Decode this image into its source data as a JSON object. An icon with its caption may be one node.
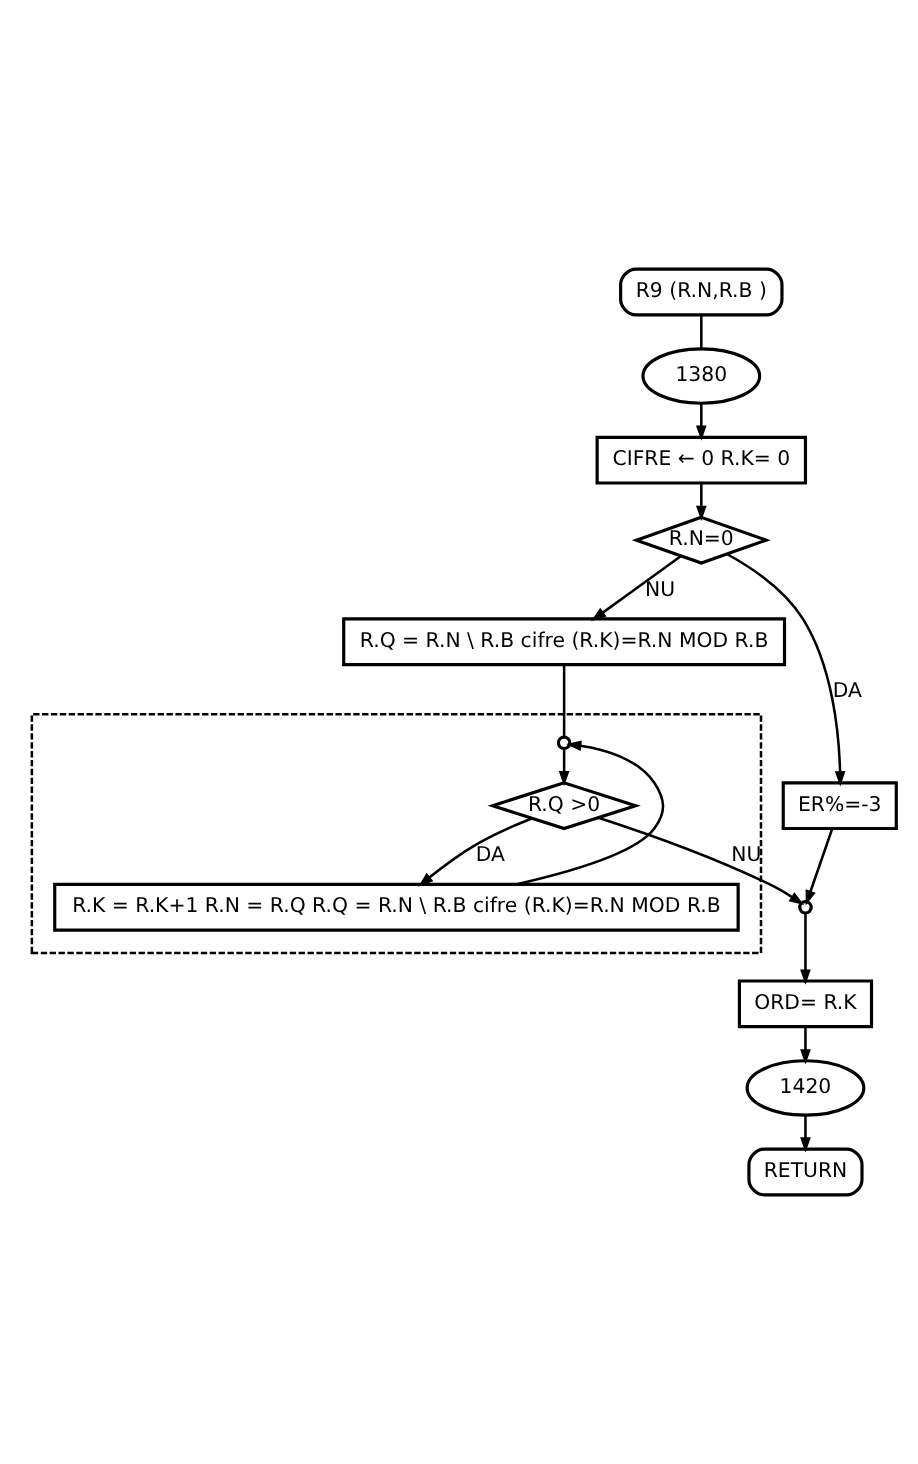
{
  "diagram": {
    "nodes": [
      {
        "text": [
          "R9 (R.N,R.B )"
        ]
      },
      {
        "text": [
          "1380"
        ]
      },
      {
        "text": [
          "CIFRE ← 0 R.K= 0"
        ]
      },
      {
        "text": [
          "R.N=0"
        ]
      },
      {
        "text": [
          "R.Q = R.N \\ R.B cifre (R.K)=R.N MOD R.B"
        ]
      },
      {
        "text": [
          "ER%=-3"
        ]
      },
      {
        "text": [],
        "shape": "box"
      },
      {
        "text": [],
        "shape": "circle",
        "in": 6
      },
      {
        "text": [
          "R.Q >0"
        ],
        "in": 6
      },
      {
        "text": [
          "R.K = R.K+1 R.N = R.Q R.Q = R.N \\ R.B cifre (R.K)=R.N MOD R.B"
        ],
        "in": 6
      },
      {
        "text": [],
        "shape": "circle"
      },
      {
        "text": [
          "ORD= R.K"
        ]
      },
      {
        "text": [
          "1420"
        ]
      },
      {
        "text": [
          "RETURN"
        ]
      }
    ],
    "edges": [
      {
        "from": 0,
        "to": 1,
        "arrow": "none"
      },
      {
        "from": 1,
        "to": 2,
        "arrow": "to"
      },
      {
        "from": 2,
        "to": 3,
        "arrow": "to"
      },
      {
        "from": 3,
        "to": 4,
        "arrow": "to",
        "label": "NU"
      },
      {
        "from": 3,
        "to": 5,
        "arrow": "to",
        "label": "DA"
      },
      {
        "from": 4,
        "to": 7,
        "arrow": "none"
      },
      {
        "from": 9,
        "to": 7,
        "arrow": "to"
      },
      {
        "from": 7,
        "to": 8,
        "arrow": "to"
      },
      {
        "from": 8,
        "to": 9,
        "arrow": "to",
        "label": "DA"
      },
      {
        "from": 8,
        "to": 10,
        "arrow": "to",
        "label": "NU"
      },
      {
        "from": 5,
        "to": 10,
        "arrow": "to"
      },
      {
        "from": 10,
        "to": 11,
        "arrow": "to"
      },
      {
        "from": 11,
        "to": 12,
        "arrow": "to"
      },
      {
        "from": 12,
        "to": 13,
        "arrow": "to"
      }
    ]
  }
}
